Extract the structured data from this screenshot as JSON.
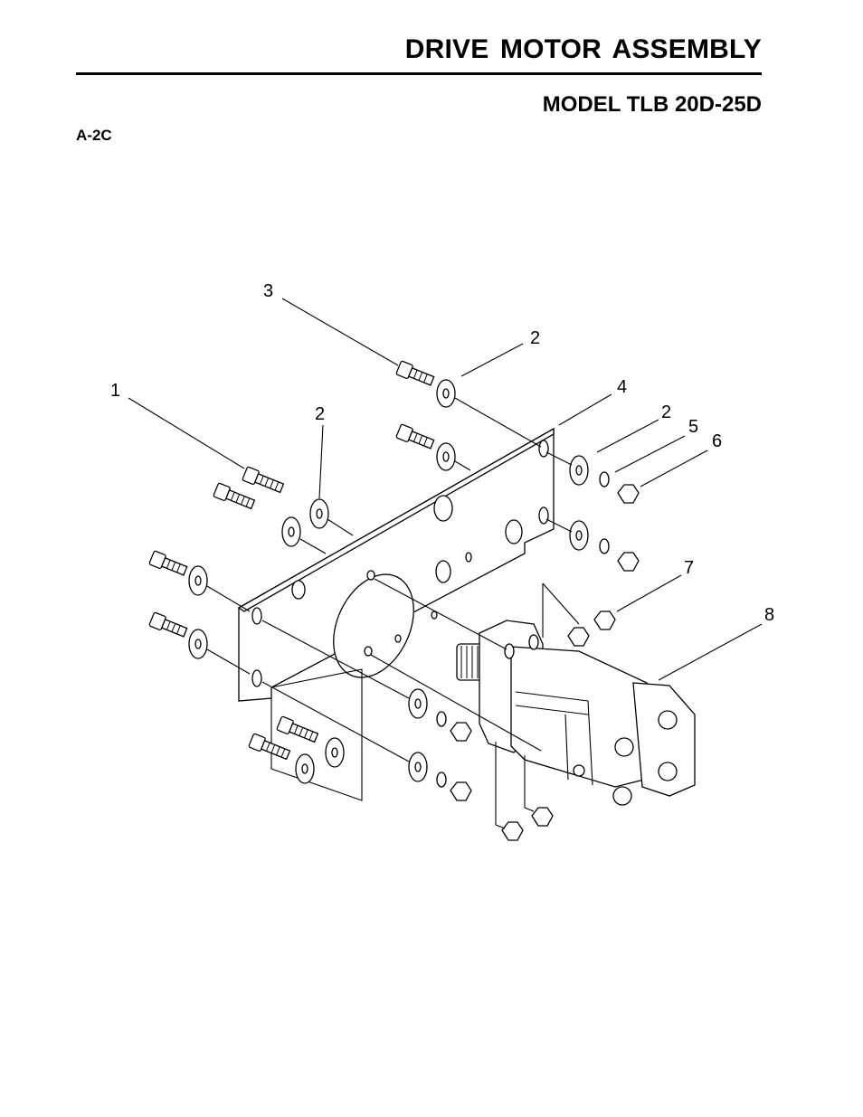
{
  "header": {
    "title": "DRIVE  MOTOR ASSEMBLY",
    "model": "MODEL TLB 20D-25D",
    "figure_id": "A-2C"
  },
  "diagram": {
    "callouts": [
      "1",
      "2",
      "2",
      "2",
      "3",
      "4",
      "5",
      "6",
      "7",
      "8"
    ]
  }
}
